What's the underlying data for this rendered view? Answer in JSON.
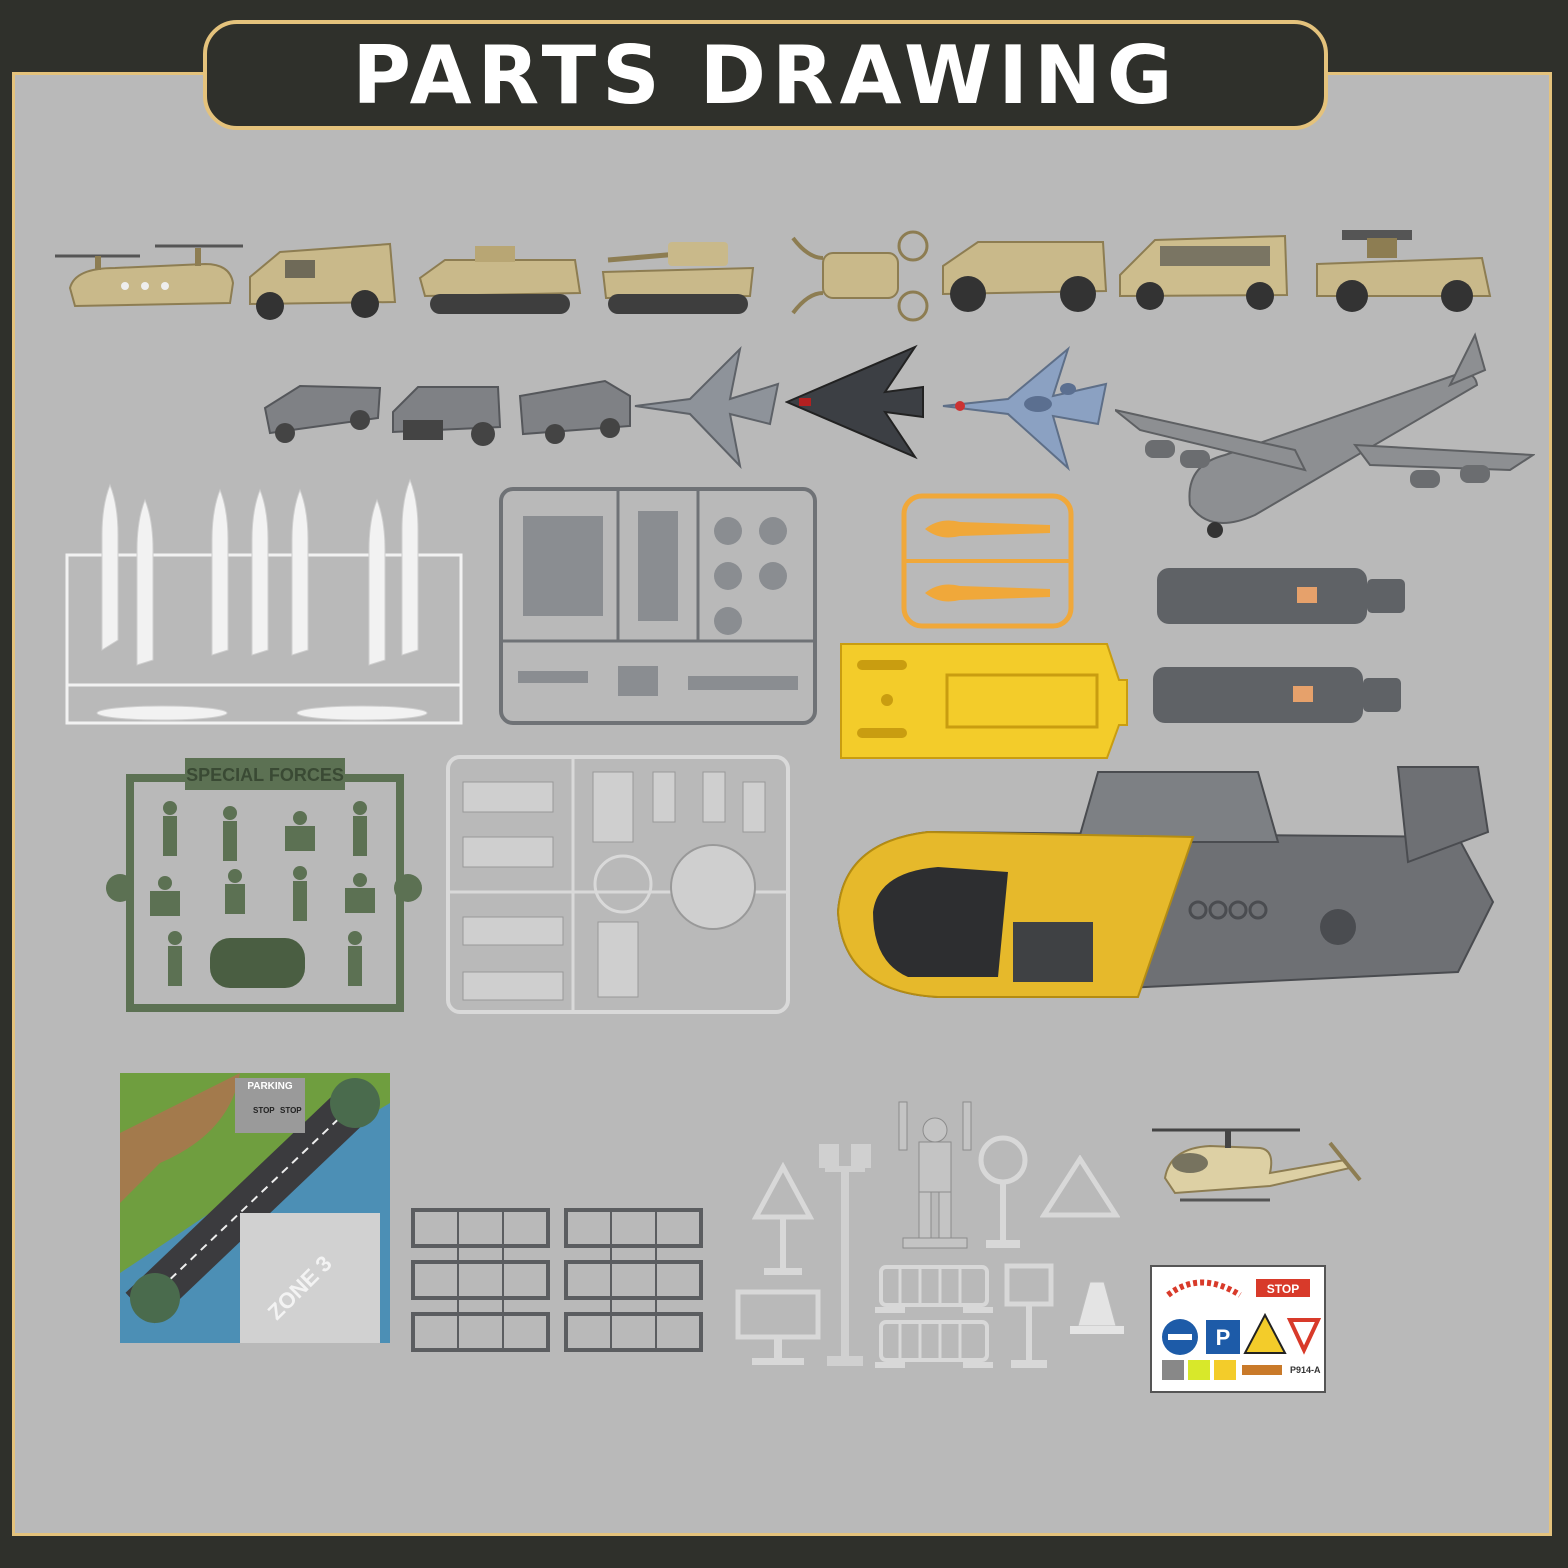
{
  "header": {
    "title": "PARTS DRAWING"
  },
  "labels": {
    "sprue_soldiers": "SPECIAL FORCES",
    "map_parking": "PARKING",
    "map_stop_a": "STOP",
    "map_stop_b": "STOP",
    "map_zone": "ZONE 3",
    "sticker_stop": "STOP",
    "sticker_code": "P914-A",
    "sticker_parking": "P"
  },
  "colors": {
    "frame_border": "#e4c27c",
    "panel_bg": "#b9b9b9",
    "header_bg": "#2f302b",
    "vehicle_tan": "#c9b98a",
    "jet_grey": "#7c8088",
    "submarine_yellow": "#e6b92b",
    "submarine_grey": "#6e7074",
    "soldier_green": "#5c7153",
    "missile_white": "#f2f2f2",
    "orange_sprue": "#f0a83a",
    "yellow_ramp": "#f3cc2a"
  },
  "icons": [
    "helicopter-twin-rotor-icon",
    "armored-truck-icon",
    "apc-icon",
    "tank-icon",
    "drone-icon",
    "jeep-icon",
    "van-icon",
    "missile-truck-icon",
    "cart-icon",
    "atv-icon",
    "trailer-icon",
    "fighter-jet-icon",
    "stealth-jet-icon",
    "camo-jet-icon",
    "cargo-plane-icon",
    "missile-sprue-icon",
    "grey-sprue-icon",
    "orange-sprue-icon",
    "yellow-ramp-icon",
    "booster-icon",
    "soldier-sprue-icon",
    "silver-sprue-icon",
    "submarine-icon",
    "play-mat-icon",
    "fence-icon",
    "road-sign-icon",
    "street-lamp-icon",
    "marshal-figure-icon",
    "barrier-icon",
    "traffic-cone-icon",
    "helicopter-icon",
    "sticker-sheet-icon"
  ]
}
